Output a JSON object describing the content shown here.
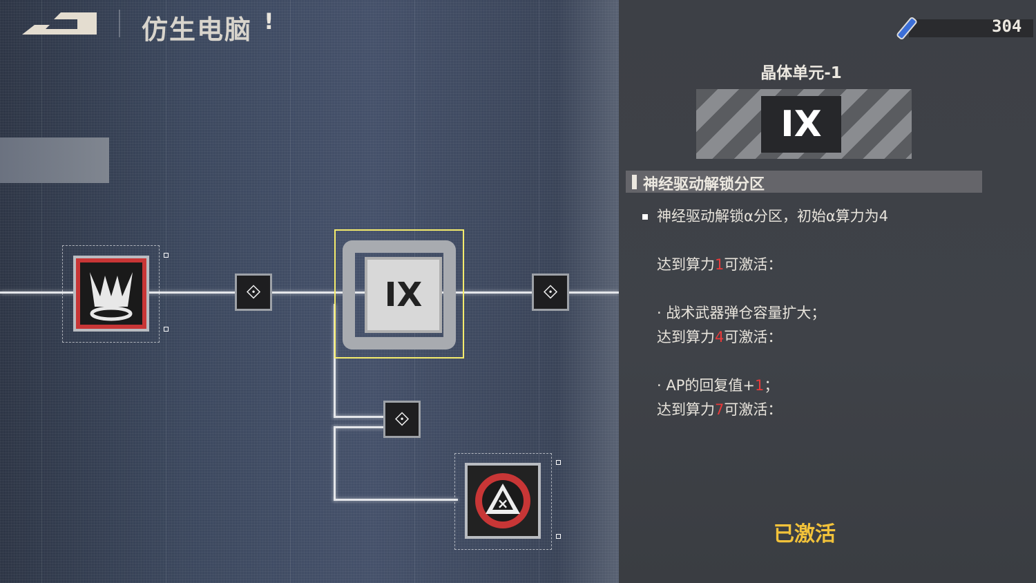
{
  "header": {
    "title": "仿生电脑",
    "alert": "!"
  },
  "resource": {
    "icon": "energy-vial-icon",
    "value": "304"
  },
  "nodes": {
    "center_glyph": "IX",
    "left_node": "crown-emblem",
    "bottom_node": "warning-emblem"
  },
  "detail": {
    "item_name": "晶体单元-1",
    "item_glyph": "IX",
    "section_title": "神经驱动解锁分区",
    "bullet": "神经驱动解锁α分区，初始α算力为4",
    "lines": [
      {
        "pre": "达到算力",
        "num": "1",
        "post": "可激活："
      },
      {
        "pre": "· 战术武器弹仓容量扩大；",
        "num": "",
        "post": ""
      },
      {
        "pre": "达到算力",
        "num": "4",
        "post": "可激活："
      },
      {
        "pre": "· AP的回复值+",
        "num": "1",
        "post": "；"
      },
      {
        "pre": "达到算力",
        "num": "7",
        "post": "可激活："
      }
    ],
    "status": "已激活"
  },
  "colors": {
    "accent_yellow": "#f5ec6c",
    "red": "#e83a3a",
    "status": "#f2c23a"
  }
}
